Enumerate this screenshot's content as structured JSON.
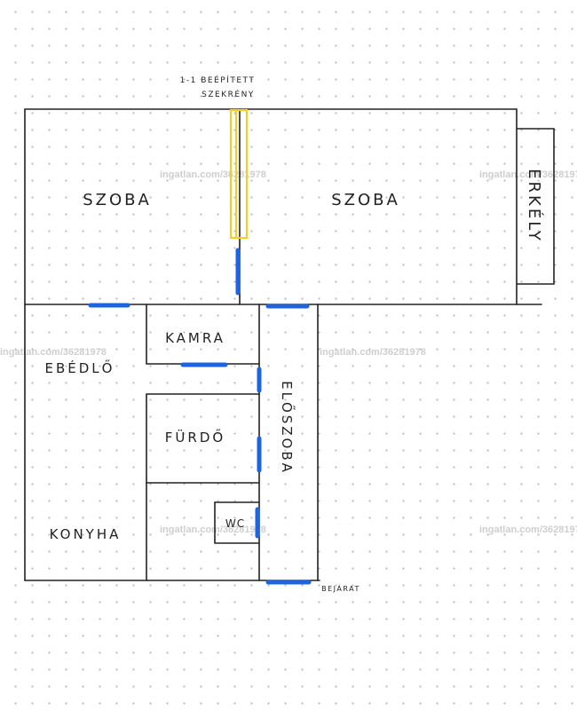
{
  "rooms": {
    "szoba_left": "SZOBA",
    "szoba_right": "SZOBA",
    "erkely": "ERKÉLY",
    "kamra": "KAMRA",
    "ebedlo": "EBÉDLŐ",
    "furdo": "FÜRDŐ",
    "eloszoba": "ELŐSZOBA",
    "wc": "WC",
    "konyha": "KONYHA"
  },
  "annotations": {
    "closet_line1": "1-1 BEÉPÍTETT",
    "closet_line2": "SZEKRÉNY",
    "entrance": "BEJÁRAT"
  },
  "watermark": "ingatlan.com/36281978",
  "colors": {
    "wall": "#222222",
    "door": "#1e63e0",
    "closet": "#f2cf2a"
  }
}
